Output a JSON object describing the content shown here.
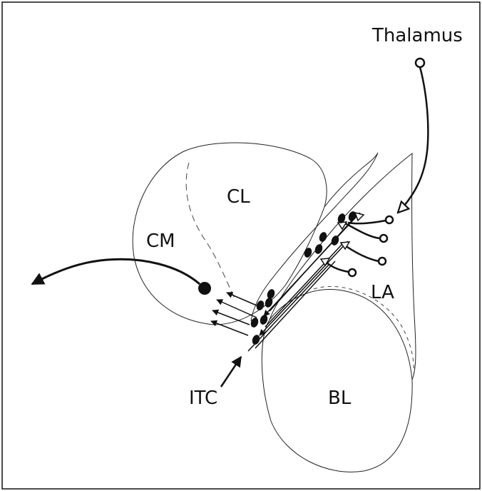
{
  "labels": {
    "thalamus": "Thalamus",
    "cm": "CM",
    "cl": "CL",
    "la": "LA",
    "bl": "BL",
    "itc": "ITC"
  },
  "colors": {
    "ink": "#111111",
    "background": "#ffffff"
  }
}
